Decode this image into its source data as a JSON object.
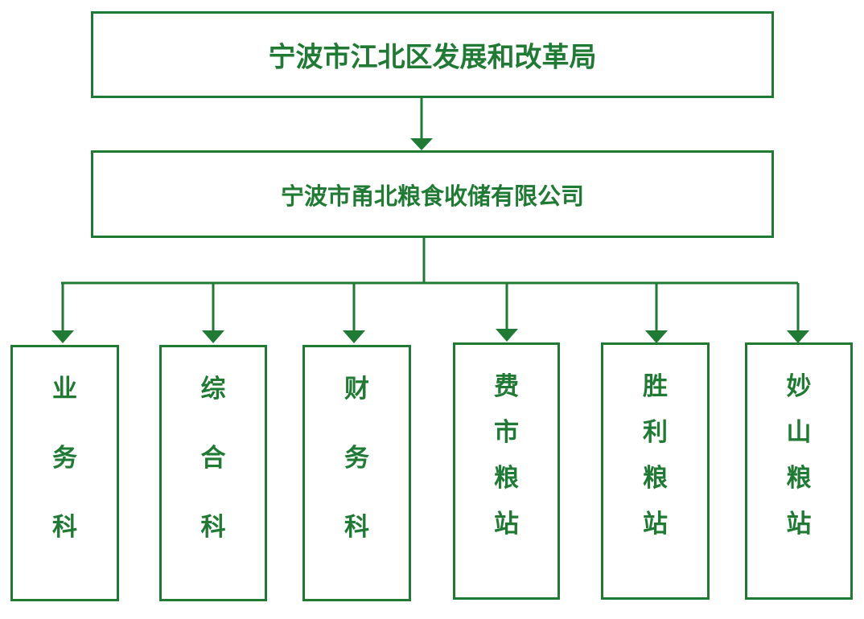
{
  "org": {
    "top": "宁波市江北区发展和改革局",
    "company": "宁波市甬北粮食收储有限公司",
    "departments": [
      {
        "label": [
          "业",
          "务",
          "科"
        ]
      },
      {
        "label": [
          "综",
          "合",
          "科"
        ]
      },
      {
        "label": [
          "财",
          "务",
          "科"
        ]
      },
      {
        "label": [
          "费",
          "市",
          "粮",
          "站"
        ]
      },
      {
        "label": [
          "胜",
          "利",
          "粮",
          "站"
        ]
      },
      {
        "label": [
          "妙",
          "山",
          "粮",
          "站"
        ]
      }
    ]
  },
  "colors": {
    "line": "#1f7a33",
    "text": "#1f7a33"
  }
}
